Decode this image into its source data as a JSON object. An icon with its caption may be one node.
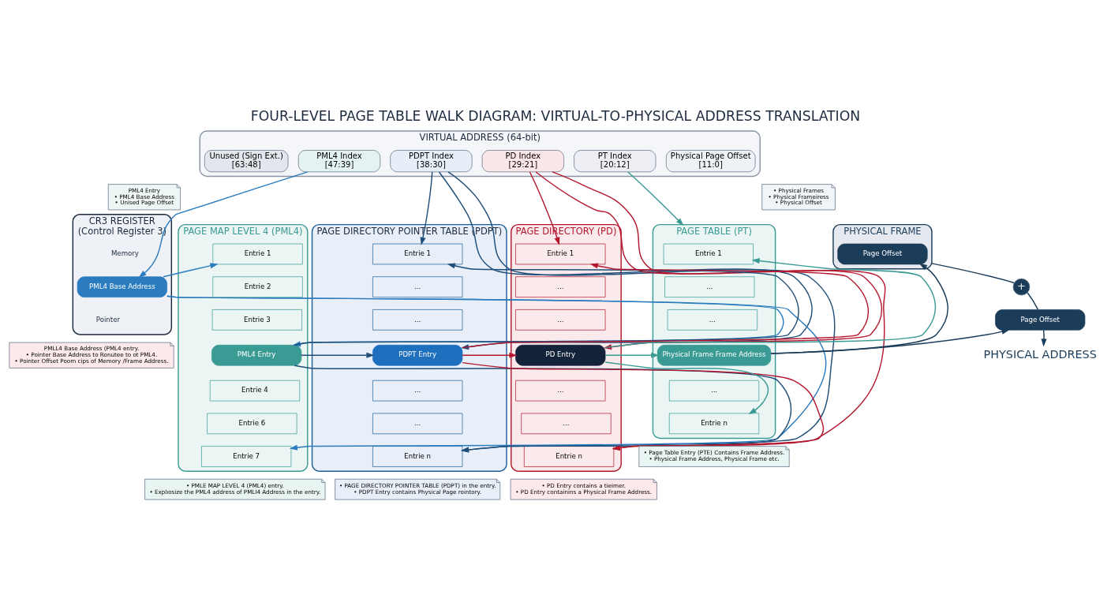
{
  "diagram": {
    "title": "FOUR-LEVEL PAGE TABLE WALK DIAGRAM: VIRTUAL-TO-PHYSICAL ADDRESS TRANSLATION",
    "nodes": [
      {
        "text": [
          "VIRTUAL ADDRESS (64-bit)"
        ]
      },
      {
        "text": [
          "Unused (Sign Ext.)",
          "[63:48]"
        ],
        "in": 0
      },
      {
        "text": [
          "PML4 Index",
          "[47:39]"
        ],
        "in": 0
      },
      {
        "text": [
          "PDPT Index",
          "[38:30]"
        ],
        "in": 0
      },
      {
        "text": [
          "PD Index",
          "[29:21]"
        ],
        "in": 0
      },
      {
        "text": [
          "PT Index",
          "[20:12]"
        ],
        "in": 0
      },
      {
        "text": [
          "Physical Page Offset",
          "[11:0]"
        ],
        "in": 0
      },
      {
        "text": [
          "PML4 Entry",
          "• PML4 Base Address",
          "• Unised Page Offset"
        ]
      },
      {
        "text": [
          "CR3 REGISTER",
          "(Control Register 3)"
        ]
      },
      {
        "text": [
          "Memory"
        ],
        "in": 8
      },
      {
        "text": [
          "PML4 Base Address"
        ],
        "in": 8
      },
      {
        "text": [
          "Pointer"
        ],
        "in": 8
      },
      {
        "text": [
          "PAGE MAP LEVEL 4 (PML4)"
        ]
      },
      {
        "text": [
          "Entrie 1"
        ],
        "in": 12
      },
      {
        "text": [
          "Entrie 2"
        ],
        "in": 12
      },
      {
        "text": [
          "Entrie 3"
        ],
        "in": 12
      },
      {
        "text": [
          "PML4 Entry"
        ],
        "in": 12
      },
      {
        "text": [
          "Entrie 4"
        ],
        "in": 12
      },
      {
        "text": [
          "Entrie 6"
        ],
        "in": 12
      },
      {
        "text": [
          "Entrie 7"
        ],
        "in": 12
      },
      {
        "text": [
          "PAGE DIRECTORY POINTER TABLE (PDPT)"
        ]
      },
      {
        "text": [
          "Entrie 1"
        ],
        "in": 20
      },
      {
        "text": [
          "..."
        ],
        "in": 20
      },
      {
        "text": [
          "..."
        ],
        "in": 20
      },
      {
        "text": [
          "PDPT Entry"
        ],
        "in": 20
      },
      {
        "text": [
          "..."
        ],
        "in": 20
      },
      {
        "text": [
          "..."
        ],
        "in": 20
      },
      {
        "text": [
          "Entrie n"
        ],
        "in": 20
      },
      {
        "text": [
          "PAGE DIRECTORY (PD)"
        ]
      },
      {
        "text": [
          "Entrie 1"
        ],
        "in": 28
      },
      {
        "text": [
          "..."
        ],
        "in": 28
      },
      {
        "text": [
          "..."
        ],
        "in": 28
      },
      {
        "text": [
          "PD Entry"
        ],
        "in": 28
      },
      {
        "text": [
          "..."
        ],
        "in": 28
      },
      {
        "text": [
          "..."
        ],
        "in": 28
      },
      {
        "text": [
          "Entrie n"
        ],
        "in": 28
      },
      {
        "text": [
          "PAGE TABLE (PT)"
        ]
      },
      {
        "text": [
          "Entrie 1"
        ],
        "in": 36
      },
      {
        "text": [
          "..."
        ],
        "in": 36
      },
      {
        "text": [
          "..."
        ],
        "in": 36
      },
      {
        "text": [
          "Physical Frame Frame Address"
        ],
        "in": 36
      },
      {
        "text": [
          "..."
        ],
        "in": 36
      },
      {
        "text": [
          "Entrie n"
        ],
        "in": 36
      },
      {
        "text": [
          "PHYSICAL FRAME"
        ]
      },
      {
        "text": [
          "Page Offset"
        ],
        "in": 43
      },
      {
        "text": [
          "+"
        ]
      },
      {
        "text": [
          "Page Offset"
        ]
      },
      {
        "text": [
          "PHYSICAL ADDRESS"
        ]
      },
      {
        "text": [
          "• Physical Frames",
          "• Physical Frameiress",
          "• Physical Offset"
        ]
      },
      {
        "text": [
          "PMLL4 Base Address (PML4 entry.",
          "• Pointer Base Address to Ronutee to ot PML4.",
          "• Pointer Offset Poom cips of Memory /Frame Address."
        ]
      },
      {
        "text": [
          "• PMLE MAP LEVEL 4 (PML4) entry.",
          "• Explıosize the PML4 address of PMLI4 Address in the entry."
        ]
      },
      {
        "text": [
          "• PAGE DIRECTORY POINTER TABLE (PDPT) in the entry.",
          "• PDPT Entry contains Physical Page rointory."
        ]
      },
      {
        "text": [
          "• PD Entry contains a tieimer.",
          "• PD Entry containins a Physical Frame Address."
        ]
      },
      {
        "text": [
          "• Page Table Entry (PTE) Contains Frame Address.",
          "• Physical Frame Address, Physical Frame etc."
        ]
      }
    ],
    "edges": [
      {
        "from": 2,
        "to": 10,
        "arrow": "to",
        "color": "#2b7bbf"
      },
      {
        "from": 10,
        "to": 13,
        "arrow": "to",
        "color": "#2b7bbf"
      },
      {
        "from": 10,
        "to": 16,
        "arrow": "to",
        "color": "#2b7bbf"
      },
      {
        "from": 10,
        "to": 19,
        "arrow": "to",
        "color": "#2b7bbf"
      },
      {
        "from": 3,
        "to": 21,
        "arrow": "to",
        "color": "#1f4e79"
      },
      {
        "from": 3,
        "to": 24,
        "arrow": "to",
        "color": "#1f4e79"
      },
      {
        "from": 3,
        "to": 27,
        "arrow": "to",
        "color": "#1f4e79"
      },
      {
        "from": 16,
        "to": 21,
        "arrow": "to",
        "color": "#1f4e79"
      },
      {
        "from": 16,
        "to": 24,
        "arrow": "to",
        "color": "#1f4e79"
      },
      {
        "from": 16,
        "to": 27,
        "arrow": "to",
        "color": "#1f4e79"
      },
      {
        "from": 4,
        "to": 29,
        "arrow": "to",
        "color": "#b3182f"
      },
      {
        "from": 4,
        "to": 32,
        "arrow": "to",
        "color": "#b3182f"
      },
      {
        "from": 4,
        "to": 35,
        "arrow": "to",
        "color": "#b3182f"
      },
      {
        "from": 24,
        "to": 29,
        "arrow": "to",
        "color": "#b3182f"
      },
      {
        "from": 24,
        "to": 32,
        "arrow": "to",
        "color": "#b3182f"
      },
      {
        "from": 24,
        "to": 35,
        "arrow": "to",
        "color": "#b3182f"
      },
      {
        "from": 5,
        "to": 36,
        "arrow": "to",
        "color": "#3a9a94"
      },
      {
        "from": 32,
        "to": 37,
        "arrow": "to",
        "color": "#3a9a94"
      },
      {
        "from": 32,
        "to": 40,
        "arrow": "to",
        "color": "#3a9a94"
      },
      {
        "from": 32,
        "to": 42,
        "arrow": "to",
        "color": "#3a9a94"
      },
      {
        "from": 40,
        "to": 44,
        "arrow": "to",
        "color": "#1c3d5a"
      },
      {
        "from": 40,
        "to": 46,
        "arrow": "to",
        "color": "#1c3d5a"
      },
      {
        "from": 43,
        "to": 45,
        "arrow": "none",
        "color": "#1c3d5a"
      },
      {
        "from": 45,
        "to": 46,
        "arrow": "none",
        "color": "#1c3d5a"
      },
      {
        "from": 46,
        "to": 47,
        "arrow": "to",
        "color": "#1c3d5a"
      }
    ]
  }
}
